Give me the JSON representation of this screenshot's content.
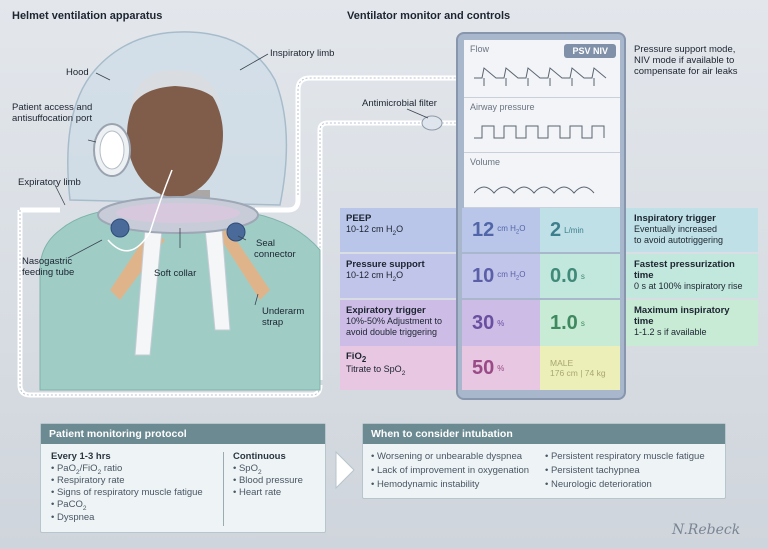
{
  "titles": {
    "left": "Helmet ventilation apparatus",
    "right": "Ventilator monitor and controls"
  },
  "apparatus_labels": {
    "hood": "Hood",
    "inspiratory_limb": "Inspiratory limb",
    "access_port_1": "Patient access and",
    "access_port_2": "antisuffocation port",
    "antimicrobial_filter": "Antimicrobial filter",
    "expiratory_limb": "Expiratory limb",
    "nasogastric_1": "Nasogastric",
    "nasogastric_2": "feeding tube",
    "soft_collar": "Soft collar",
    "seal_1": "Seal",
    "seal_2": "connector",
    "underarm_1": "Underarm",
    "underarm_2": "strap"
  },
  "monitor": {
    "mode_badge": "PSV NIV",
    "waves": [
      "Flow",
      "Airway pressure",
      "Volume"
    ],
    "mode_note_1": "Pressure support mode,",
    "mode_note_2": "NIV mode if available to",
    "mode_note_3": "compensate for air leaks"
  },
  "settings": {
    "peep": {
      "name": "PEEP",
      "desc": "10-12 cm",
      "desc_sub": "2",
      "desc_pre": "H",
      "desc_post": "O",
      "value": "12",
      "unit": "cm H",
      "unit_sub": "2",
      "unit_post": "O"
    },
    "ps": {
      "name": "Pressure support",
      "desc": "10-12 cm",
      "value": "10",
      "unit": "cm H",
      "unit_sub": "2",
      "unit_post": "O"
    },
    "exp": {
      "name": "Expiratory trigger",
      "desc_1": "10%-50% Adjustment to",
      "desc_2": "avoid double triggering",
      "value": "30",
      "unit": "%"
    },
    "fio2": {
      "name": "FiO",
      "name_sub": "2",
      "desc": "Titrate to SpO",
      "desc_sub": "2",
      "value": "50",
      "unit": "%"
    },
    "insp_trigger": {
      "value": "2",
      "unit": "L/min",
      "name": "Inspiratory trigger",
      "desc_1": "Eventually increased",
      "desc_2": "to avoid autotriggering"
    },
    "press_time": {
      "value": "0.0",
      "unit": "s",
      "name": "Fastest pressurization time",
      "desc_1": "0 s at 100% inspiratory rise"
    },
    "insp_time": {
      "value": "1.0",
      "unit": "s",
      "name": "Maximum inspiratory time",
      "desc_1": "1-1.2 s if available"
    },
    "patient": {
      "line_1": "MALE",
      "line_2": "176 cm | 74 kg"
    }
  },
  "monitoring": {
    "title": "Patient monitoring protocol",
    "every_head": "Every 1-3 hrs",
    "every_items": [
      "PaO",
      "Respiratory rate",
      "Signs of respiratory muscle fatigue",
      "PaCO",
      "Dyspnea"
    ],
    "pf_ratio_tail": "/FiO",
    "pf_ratio_end": " ratio",
    "continuous_head": "Continuous",
    "continuous_items": [
      "SpO",
      "Blood pressure",
      "Heart rate"
    ]
  },
  "intubation": {
    "title": "When to consider intubation",
    "col1": [
      "Worsening or unbearable dyspnea",
      "Lack of improvement in oxygenation",
      "Hemodynamic instability"
    ],
    "col2": [
      "Persistent respiratory muscle fatigue",
      "Persistent tachypnea",
      "Neurologic deterioration"
    ]
  },
  "signature": "N.Rebeck",
  "colors": {
    "peep": "#b9c6ea",
    "ps": "#c2c5ea",
    "exp": "#cdbde6",
    "fio2": "#e7c7e1",
    "insp_trigger": "#bfe0e6",
    "press_time": "#c2e7dd",
    "insp_time": "#c8ebd6",
    "patient": "#ecefb8"
  }
}
